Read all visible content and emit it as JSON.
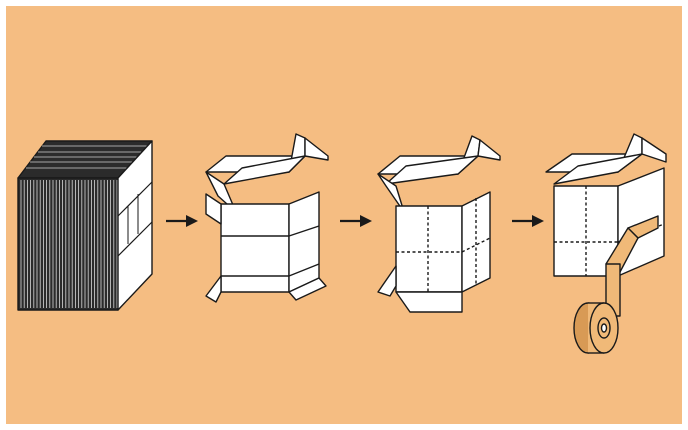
{
  "colors": {
    "background": "#f5bd82",
    "frame": "#ffffff",
    "line": "#1a1a1a",
    "box_face": "#ffffff",
    "tape": "#f0b978"
  },
  "steps": [
    {
      "name": "flat-stack-of-cartons",
      "icon": "flat-carton-stack-icon"
    },
    {
      "name": "carton-opened",
      "icon": "open-carton-icon"
    },
    {
      "name": "bottom-flaps-folded",
      "icon": "folded-bottom-carton-icon"
    },
    {
      "name": "bottom-sealed-with-tape",
      "icon": "taped-carton-icon"
    }
  ],
  "arrows": [
    "right-arrow-icon",
    "right-arrow-icon",
    "right-arrow-icon"
  ]
}
